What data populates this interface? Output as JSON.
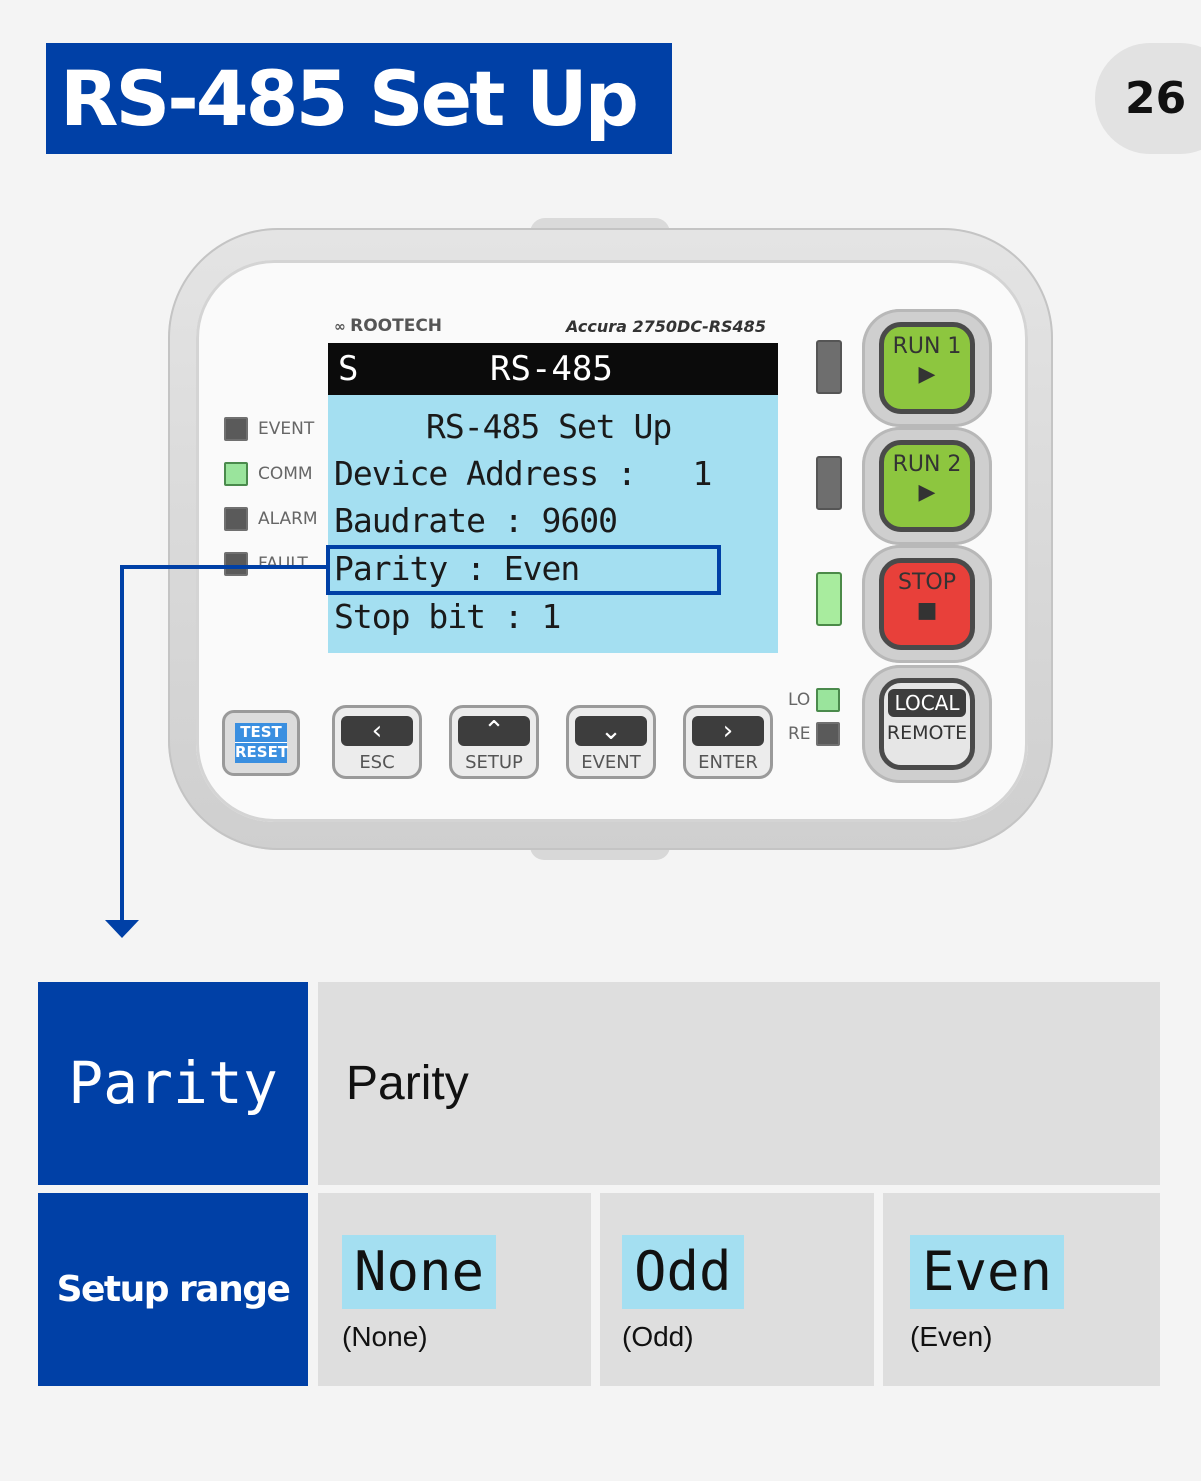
{
  "title": "RS-485 Set Up",
  "page_number": "26",
  "device": {
    "brand": "ROOTECH",
    "model": "Accura 2750DC-RS485",
    "lcd": {
      "header_left": "S",
      "header_title": "RS-485",
      "lines": [
        "RS-485 Set Up",
        "Device Address :   1",
        "Baudrate : 9600",
        "Parity : Even",
        "Stop bit : 1"
      ]
    },
    "leds": [
      {
        "label": "EVENT",
        "state": "off"
      },
      {
        "label": "COMM",
        "state": "on"
      },
      {
        "label": "ALARM",
        "state": "off"
      },
      {
        "label": "FAULT",
        "state": "off"
      }
    ],
    "mode_leds": [
      {
        "label": "LO",
        "state": "on"
      },
      {
        "label": "RE",
        "state": "off"
      }
    ],
    "buttons": {
      "test": "TEST",
      "reset": "RESET",
      "esc": "ESC",
      "setup": "SETUP",
      "event": "EVENT",
      "enter": "ENTER",
      "run1": "RUN 1",
      "run2": "RUN 2",
      "stop": "STOP",
      "local": "LOCAL",
      "remote": "REMOTE"
    },
    "glyphs": {
      "play": "▶",
      "stop": "■",
      "left": "‹",
      "up": "⌃",
      "down": "⌄",
      "right": "›"
    },
    "colors": {
      "run": "#8dc63f",
      "stop": "#e8403a",
      "lcd": "#a4dff1",
      "accent": "#0040a6"
    }
  },
  "table": {
    "row1": {
      "key": "Parity",
      "value": "Parity"
    },
    "row2": {
      "key": "Setup range",
      "options": [
        {
          "display": "None",
          "sub": "(None)"
        },
        {
          "display": "Odd",
          "sub": "(Odd)"
        },
        {
          "display": "Even",
          "sub": "(Even)"
        }
      ]
    }
  }
}
